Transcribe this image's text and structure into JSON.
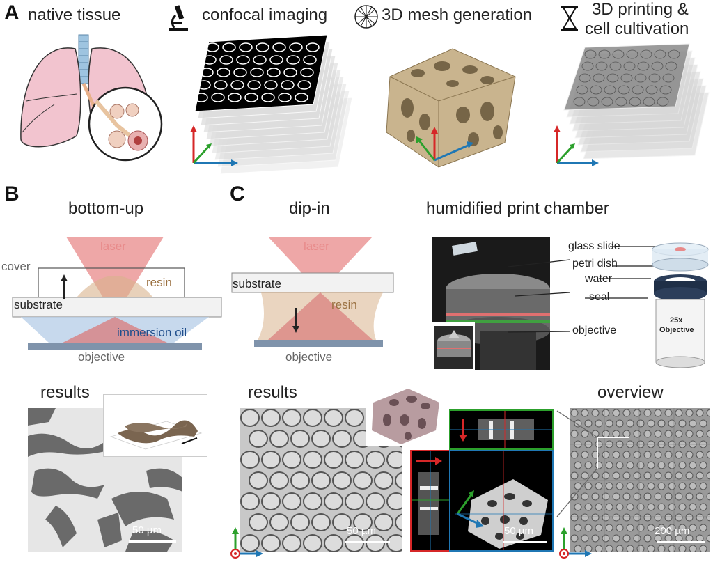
{
  "panel_a": {
    "letter": "A",
    "titles": {
      "native": "native tissue",
      "confocal": "confocal imaging",
      "mesh": "3D mesh generation",
      "print_line1": "3D printing &",
      "print_line2": "cell cultivation"
    }
  },
  "panel_b": {
    "letter": "B",
    "title": "bottom-up",
    "labels": {
      "laser": "laser",
      "cover": "cover",
      "resin": "resin",
      "substrate": "substrate",
      "immersion_oil": "immersion oil",
      "objective": "objective"
    },
    "results_title": "results",
    "scale": "50 µm"
  },
  "panel_c": {
    "letter": "C",
    "dip_title": "dip-in",
    "chamber_title": "humidified print chamber",
    "dip_labels": {
      "laser": "laser",
      "substrate": "substrate",
      "resin": "resin",
      "objective": "objective"
    },
    "chamber_labels": {
      "glass_slide": "glass slide",
      "petri_dish": "petri dish",
      "water": "water",
      "seal": "seal",
      "objective": "objective",
      "objective_text1": "25x",
      "objective_text2": "Objective"
    },
    "results_title": "results",
    "overview_title": "overview",
    "scale1": "50 µm",
    "scale2": "50 µm",
    "scale3": "200 µm"
  },
  "colors": {
    "axis_red": "#d62728",
    "axis_green": "#2ca02c",
    "axis_blue": "#1f77b4",
    "laser": "#e88a8a",
    "resin": "#d9b38c",
    "oil": "#b9cfe8",
    "lung": "#f2c4cf"
  }
}
